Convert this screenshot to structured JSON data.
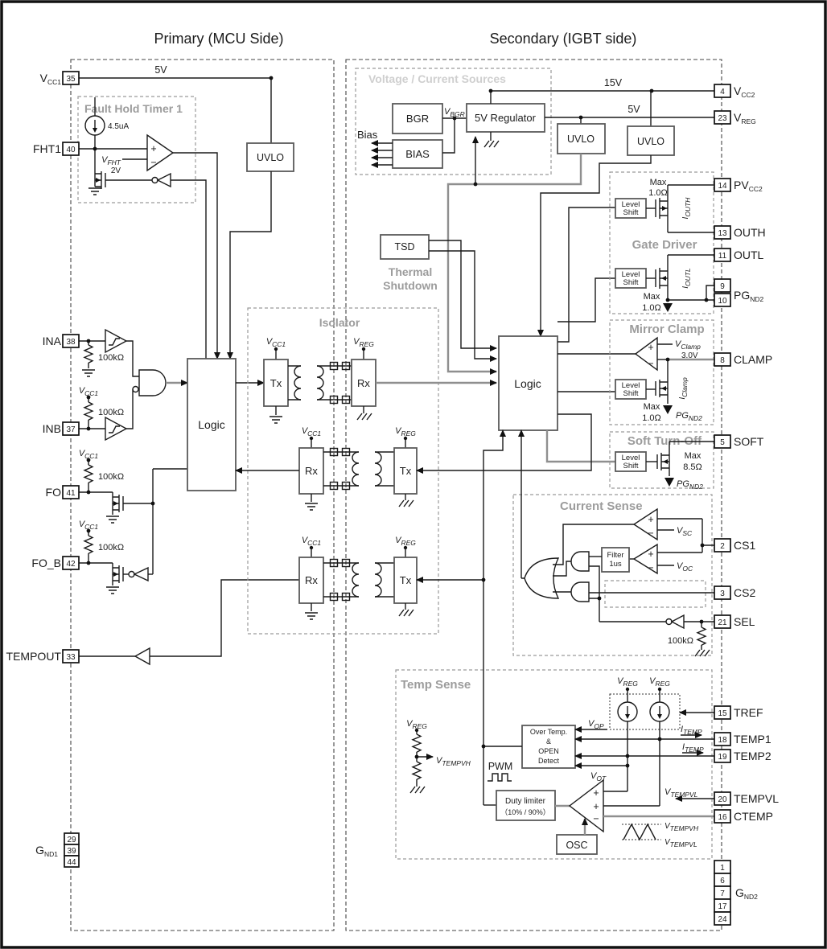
{
  "titles": {
    "primary": "Primary (MCU Side)",
    "secondary": "Secondary (IGBT side)"
  },
  "sections": {
    "fault_hold_timer": "Fault Hold Timer 1",
    "voltage_current_sources": "Voltage / Current Sources",
    "isolator": "Isolator",
    "gate_driver": "Gate Driver",
    "mirror_clamp": "Mirror Clamp",
    "soft_turn_off": "Soft Turn-Off",
    "current_sense": "Current Sense",
    "temp_sense": "Temp Sense",
    "thermal_line1": "Thermal",
    "thermal_line2": "Shutdown"
  },
  "blocks": {
    "uvlo": "UVLO",
    "logic": "Logic",
    "bgr": "BGR",
    "bias": "BIAS",
    "regulator": "5V Regulator",
    "tsd": "TSD",
    "tx": "Tx",
    "rx": "Rx",
    "level_shift": {
      "l1": "Level",
      "l2": "Shift"
    },
    "filter": {
      "l1": "Filter",
      "l2": "1us"
    },
    "overtemp": {
      "l1": "Over Temp.",
      "l2": "&",
      "l3": "OPEN",
      "l4": "Detect"
    },
    "duty": {
      "l1": "Duty limiter",
      "l2": "（10% / 90%）"
    },
    "osc": "OSC"
  },
  "pins": {
    "left": [
      {
        "num": "35",
        "name": {
          "m": "V",
          "s": "CC1"
        }
      },
      {
        "num": "40",
        "name": {
          "m": "FHT1",
          "s": ""
        }
      },
      {
        "num": "38",
        "name": {
          "m": "INA",
          "s": ""
        }
      },
      {
        "num": "37",
        "name": {
          "m": "INB",
          "s": ""
        }
      },
      {
        "num": "41",
        "name": {
          "m": "FO",
          "s": ""
        }
      },
      {
        "num": "42",
        "name": {
          "m": "FO_B",
          "s": ""
        }
      },
      {
        "num": "33",
        "name": {
          "m": "TEMPOUT",
          "s": ""
        }
      }
    ],
    "gnd1": {
      "name": {
        "m": "G",
        "s": "ND1"
      },
      "nums": [
        "29",
        "39",
        "44"
      ]
    },
    "right": [
      {
        "num": "4",
        "name": {
          "m": "V",
          "s": "CC2"
        }
      },
      {
        "num": "23",
        "name": {
          "m": "V",
          "s": "REG"
        }
      },
      {
        "num": "14",
        "name": {
          "m": "PV",
          "s": "CC2"
        }
      },
      {
        "num": "13",
        "name": {
          "m": "OUTH",
          "s": ""
        }
      },
      {
        "num": "11",
        "name": {
          "m": "OUTL",
          "s": ""
        }
      },
      {
        "num": "9",
        "name": {
          "m": "",
          "s": ""
        }
      },
      {
        "num": "10",
        "name": {
          "m": "PG",
          "s": "ND2"
        }
      },
      {
        "num": "8",
        "name": {
          "m": "CLAMP",
          "s": ""
        }
      },
      {
        "num": "5",
        "name": {
          "m": "SOFT",
          "s": ""
        }
      },
      {
        "num": "2",
        "name": {
          "m": "CS1",
          "s": ""
        }
      },
      {
        "num": "3",
        "name": {
          "m": "CS2",
          "s": ""
        }
      },
      {
        "num": "21",
        "name": {
          "m": "SEL",
          "s": ""
        }
      },
      {
        "num": "15",
        "name": {
          "m": "TREF",
          "s": ""
        }
      },
      {
        "num": "18",
        "name": {
          "m": "TEMP1",
          "s": ""
        }
      },
      {
        "num": "19",
        "name": {
          "m": "TEMP2",
          "s": ""
        }
      },
      {
        "num": "20",
        "name": {
          "m": "TEMPVL",
          "s": ""
        }
      },
      {
        "num": "16",
        "name": {
          "m": "CTEMP",
          "s": ""
        }
      }
    ],
    "gnd2": {
      "name": {
        "m": "G",
        "s": "ND2"
      },
      "nums": [
        "1",
        "6",
        "7",
        "17",
        "24"
      ]
    }
  },
  "nets": {
    "v5": "5V",
    "v15": "15V",
    "bias_out": "Bias",
    "vbgr": {
      "m": "V",
      "s": "BGR"
    },
    "i_fht": "4.5uA",
    "vfht": {
      "m": "V",
      "s": "FHT"
    },
    "vfht_val": "2V",
    "r100k": "100kΩ",
    "vcc1": {
      "m": "V",
      "s": "CC1"
    },
    "vreg": {
      "m": "V",
      "s": "REG"
    },
    "max": "Max",
    "r1ohm": "1.0Ω",
    "r85ohm": "8.5Ω",
    "iouth": {
      "m": "I",
      "s": "OUTH"
    },
    "ioutl": {
      "m": "I",
      "s": "OUTL"
    },
    "iclamp": {
      "m": "I",
      "s": "Clamp"
    },
    "vclamp": {
      "m": "V",
      "s": "Clamp"
    },
    "vclamp_val": "3.0V",
    "pgnd2": {
      "m": "PG",
      "s": "ND2"
    },
    "vsc": {
      "m": "V",
      "s": "SC"
    },
    "voc": {
      "m": "V",
      "s": "OC"
    },
    "vop": {
      "m": "V",
      "s": "OP"
    },
    "vot": {
      "m": "V",
      "s": "OT"
    },
    "pwm": "PWM",
    "vtempvh": {
      "m": "V",
      "s": "TEMPVH"
    },
    "vtempvl": {
      "m": "V",
      "s": "TEMPVL"
    },
    "itemp": {
      "m": "I",
      "s": "TEMP"
    }
  }
}
